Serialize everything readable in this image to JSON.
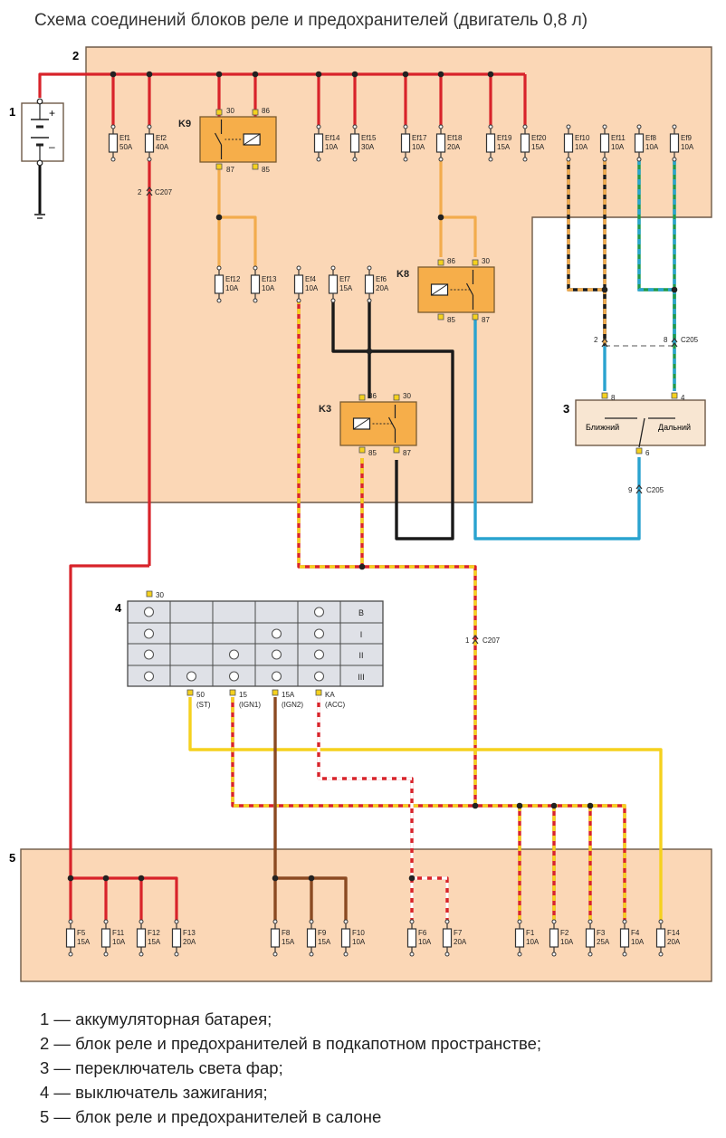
{
  "title": "Схема соединений блоков реле и предохранителей (двигатель 0,8 л)",
  "colors": {
    "panel_fill": "#fbd7b6",
    "panel_stroke": "#6e5a48",
    "relay_fill": "#f6ae4a",
    "wire_red": "#d8232a",
    "wire_orange": "#f2ac4d",
    "wire_black": "#1a1a1a",
    "wire_blue": "#2aa3cf",
    "wire_green": "#1f9a4a",
    "wire_brown": "#8b4a22",
    "wire_yellow": "#f5d11e",
    "switch_fill": "#dfe1e7"
  },
  "components": {
    "battery": "1",
    "engine_block": "2",
    "headlight_switch": "3",
    "ignition_switch": "4",
    "cabin_block": "5"
  },
  "fuses": [
    {
      "id": "Ef1",
      "rating": "50A"
    },
    {
      "id": "Ef2",
      "rating": "40A"
    },
    {
      "id": "Ef14",
      "rating": "10A"
    },
    {
      "id": "Ef15",
      "rating": "30A"
    },
    {
      "id": "Ef17",
      "rating": "10A"
    },
    {
      "id": "Ef18",
      "rating": "20A"
    },
    {
      "id": "Ef19",
      "rating": "15A"
    },
    {
      "id": "Ef20",
      "rating": "15A"
    },
    {
      "id": "Ef10",
      "rating": "10A"
    },
    {
      "id": "Ef11",
      "rating": "10A"
    },
    {
      "id": "Ef8",
      "rating": "10A"
    },
    {
      "id": "Ef9",
      "rating": "10A"
    },
    {
      "id": "Ef12",
      "rating": "10A"
    },
    {
      "id": "Ef13",
      "rating": "10A"
    },
    {
      "id": "Ef4",
      "rating": "10A"
    },
    {
      "id": "Ef7",
      "rating": "15A"
    },
    {
      "id": "Ef6",
      "rating": "20A"
    },
    {
      "id": "F5",
      "rating": "15A"
    },
    {
      "id": "F11",
      "rating": "10A"
    },
    {
      "id": "F12",
      "rating": "15A"
    },
    {
      "id": "F13",
      "rating": "20A"
    },
    {
      "id": "F8",
      "rating": "15A"
    },
    {
      "id": "F9",
      "rating": "15A"
    },
    {
      "id": "F10",
      "rating": "10A"
    },
    {
      "id": "F6",
      "rating": "10A"
    },
    {
      "id": "F7",
      "rating": "20A"
    },
    {
      "id": "F1",
      "rating": "10A"
    },
    {
      "id": "F2",
      "rating": "10A"
    },
    {
      "id": "F3",
      "rating": "25A"
    },
    {
      "id": "F4",
      "rating": "10A"
    },
    {
      "id": "F14",
      "rating": "20A"
    }
  ],
  "relays": [
    {
      "id": "K9",
      "pins": [
        "30",
        "86",
        "87",
        "85"
      ]
    },
    {
      "id": "K8",
      "pins": [
        "86",
        "30",
        "85",
        "87"
      ]
    },
    {
      "id": "K3",
      "pins": [
        "86",
        "30",
        "85",
        "87"
      ]
    }
  ],
  "connectors": {
    "c207_top": {
      "pin": "2",
      "name": "C207"
    },
    "c207_mid": {
      "pin": "1",
      "name": "C207"
    },
    "c205_top_left": "2",
    "c205_top_right": "8",
    "c205_top_name": "C205",
    "c205_bottom": {
      "pin": "9",
      "name": "C205"
    },
    "switch_pin_left": "8",
    "switch_pin_right": "4",
    "switch_pin_out": "6"
  },
  "headlight_switch": {
    "low": "Ближний",
    "high": "Дальний"
  },
  "ignition": {
    "pin_in": "30",
    "rows": [
      "B",
      "I",
      "II",
      "III"
    ],
    "outputs": [
      {
        "pin": "50",
        "name": "(ST)"
      },
      {
        "pin": "15",
        "name": "(IGN1)"
      },
      {
        "pin": "15A",
        "name": "(IGN2)"
      },
      {
        "pin": "KA",
        "name": "(ACC)"
      }
    ]
  },
  "battery_signs": {
    "plus": "+",
    "minus": "–"
  },
  "legend": [
    "1 — аккумуляторная батарея;",
    "2 — блок реле и предохранителей в подкапотном пространстве;",
    "3 — переключатель света фар;",
    "4 — выключатель зажигания;",
    "5 — блок реле и предохранителей в салоне"
  ]
}
